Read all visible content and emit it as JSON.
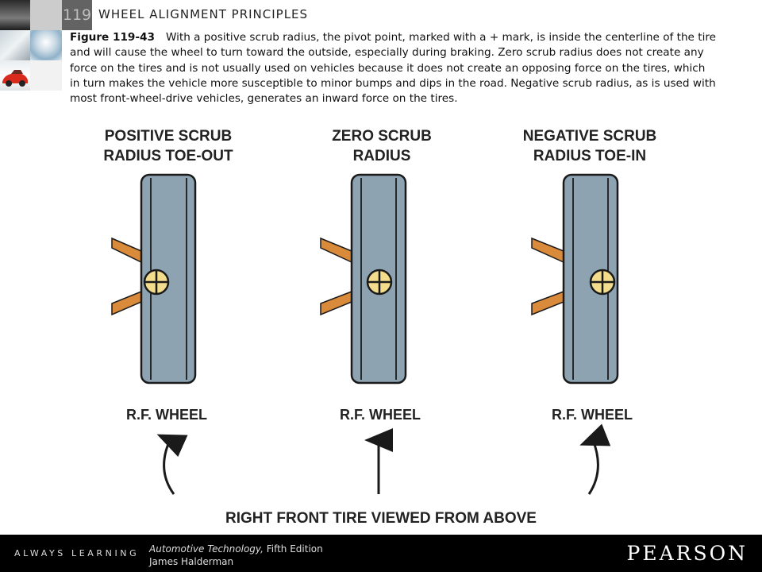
{
  "header": {
    "chapter_number": "119",
    "chapter_title": "WHEEL ALIGNMENT PRINCIPLES"
  },
  "caption": {
    "lead": "Figure 119-43",
    "text": "With a positive scrub radius, the pivot point, marked with a + mark, is inside the centerline of the tire and will cause the wheel to turn toward the outside, especially during braking. Zero scrub radius does not create any force on the tires and is not usually used on vehicles because it does not create an opposing force on the tires, which in turn makes the vehicle more susceptible to minor bumps and dips in the road. Negative scrub radius, as is used with most front-wheel-drive vehicles, generates an inward force on the tires."
  },
  "diagram": {
    "panels": [
      {
        "title_line1": "POSITIVE SCRUB",
        "title_line2": "RADIUS TOE-OUT",
        "wheel_label": "R.F. WHEEL"
      },
      {
        "title_line1": "ZERO SCRUB",
        "title_line2": "RADIUS",
        "wheel_label": "R.F. WHEEL"
      },
      {
        "title_line1": "NEGATIVE SCRUB",
        "title_line2": "RADIUS TOE-IN",
        "wheel_label": "R.F. WHEEL"
      }
    ],
    "bottom_label": "RIGHT FRONT TIRE VIEWED FROM ABOVE",
    "colors": {
      "tire": "#8ea3b2",
      "tire_outline": "#1a1a1a",
      "arm": "#d98a3a",
      "pivot": "#f3dc8c"
    }
  },
  "footer": {
    "always_learning": "ALWAYS LEARNING",
    "book_title": "Automotive Technology,",
    "edition": " Fifth Edition",
    "author": "James Halderman",
    "publisher": "PEARSON"
  }
}
